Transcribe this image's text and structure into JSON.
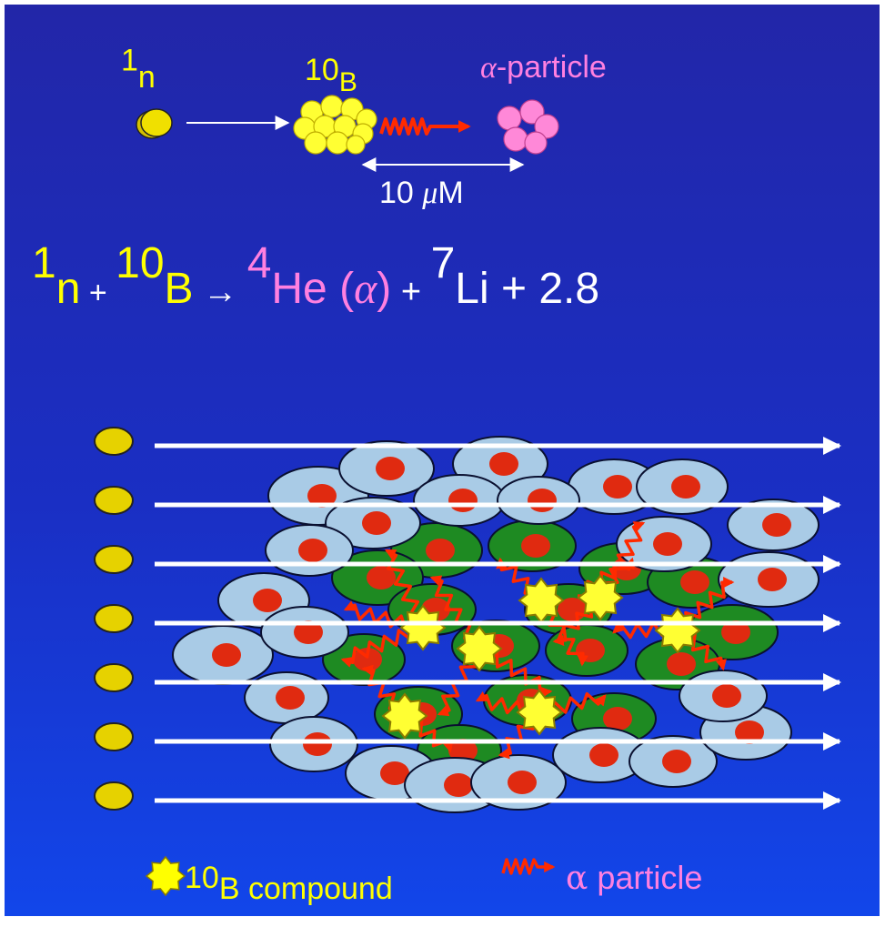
{
  "top_reaction": {
    "neutron_label_sup": "1",
    "neutron_label_base": "n",
    "boron_label_sup": "10",
    "boron_label_base": "B",
    "alpha_label_symbol": "α",
    "alpha_label_text": "-particle",
    "range_label_number": "10 ",
    "range_label_mu": "μ",
    "range_label_unit": "M"
  },
  "equation": {
    "n_sup": "1",
    "n_base": "n",
    "plus1": " + ",
    "b_sup": "10",
    "b_base": "B",
    "arrow": " → ",
    "he_sup": "4",
    "he_base": "He (",
    "he_alpha": "α",
    "he_close": ")",
    "plus2": " + ",
    "li_sup": "7",
    "li_base": "Li",
    "energy": " + 2.8"
  },
  "legend": {
    "compound_sup": "10",
    "compound_base": "B",
    "compound_text": " compound",
    "alpha_symbol": "α",
    "alpha_text": " particle"
  },
  "colors": {
    "neutron": "#e6d200",
    "boron": "#ffff33",
    "alpha": "#ff80d0",
    "healthy_cell": "#a9cbe6",
    "tumor_cell": "#1e8a22",
    "nucleus": "#e02a10",
    "alpha_track": "#ff2a00",
    "beam": "#ffffff"
  }
}
